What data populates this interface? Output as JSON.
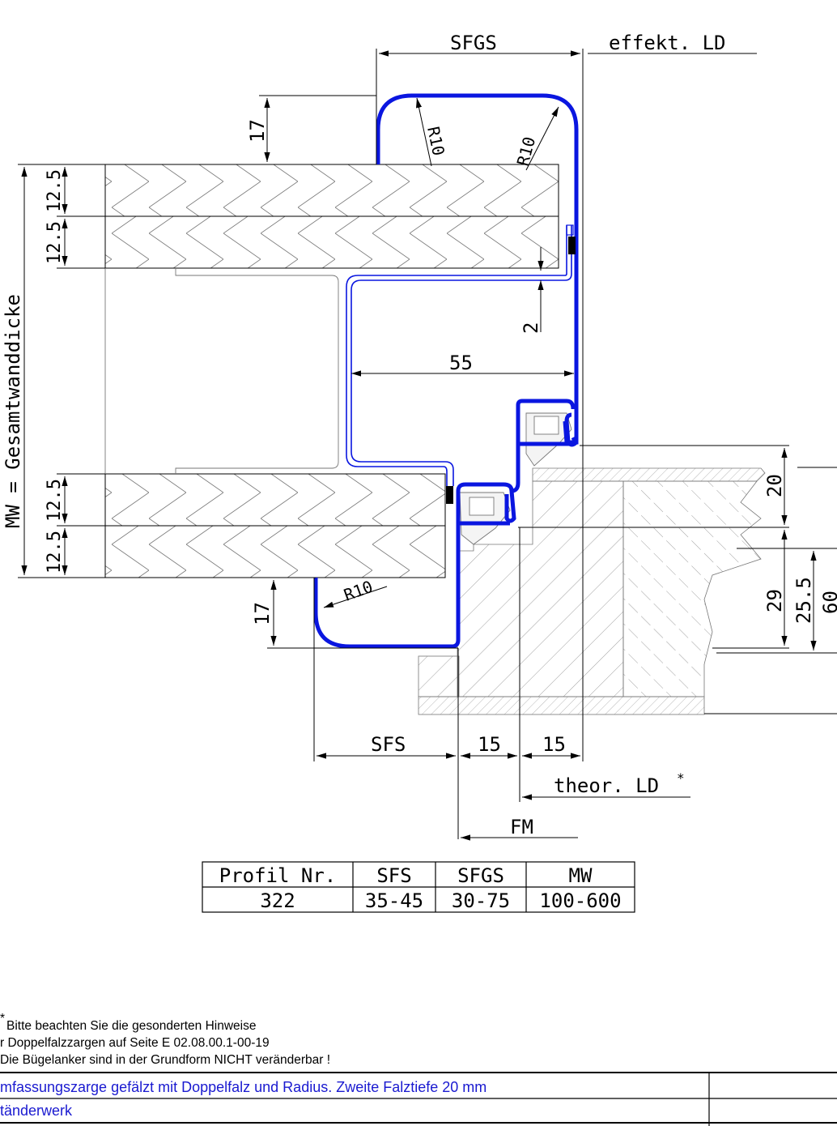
{
  "colors": {
    "profile": "#0a16e0",
    "title_text": "#1a1ad0",
    "line": "#000000",
    "hatch": "#7a7a7a",
    "background": "#ffffff"
  },
  "dimensions": {
    "sfgs": "SFGS",
    "effekt_ld": "effekt. LD",
    "top_return": "17",
    "bottom_return": "17",
    "radius_1": "R10",
    "radius_2": "R10",
    "radius_3": "R10",
    "board_top_1": "12.5",
    "board_top_2": "12.5",
    "board_bottom_1": "12.5",
    "board_bottom_2": "12.5",
    "wall_label": "MW = Gesamtwanddicke",
    "gap": "2",
    "width_55": "55",
    "rebate_20": "20",
    "dim_29": "29",
    "dim_25_5": "25.5",
    "dim_60": "60",
    "sfs": "SFS",
    "dim_15_a": "15",
    "dim_15_b": "15",
    "theor_ld": "theor. LD",
    "fm": "FM"
  },
  "profile_table": {
    "headers": [
      "Profil Nr.",
      "SFS",
      "SFGS",
      "MW"
    ],
    "rows": [
      [
        "322",
        "35-45",
        "30-75",
        "100-600"
      ]
    ]
  },
  "notes": {
    "line1": "Bitte beachten Sie die gesonderten Hinweise",
    "line2": "r Doppelfalzzargen auf Seite E 02.08.00.1-00-19",
    "line3": "Die Bügelanker sind in der Grundform NICHT veränderbar !"
  },
  "title_block": {
    "row1": "mfassungszarge gefälzt mit Doppelfalz und Radius. Zweite Falztiefe 20 mm",
    "row2": "tänderwerk"
  }
}
